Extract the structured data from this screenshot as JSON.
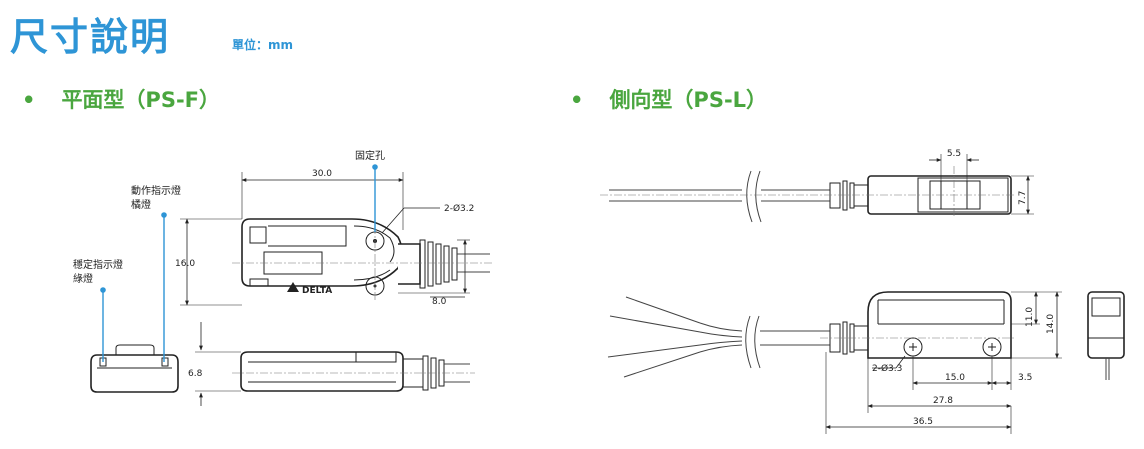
{
  "header": {
    "title": "尺寸說明",
    "unit_label": "單位：mm"
  },
  "sections": {
    "left": {
      "bullet": "•",
      "label": "平面型（PS-F）"
    },
    "right": {
      "bullet": "•",
      "label": "側向型（PS-L）"
    }
  },
  "ps_f": {
    "callout_mount_hole": "固定孔",
    "callout_operation_led": [
      "動作指示燈",
      "橘燈"
    ],
    "callout_stability_led": [
      "穩定指示燈",
      "綠燈"
    ],
    "brand": "DELTA",
    "dims": {
      "length": "30.0",
      "height": "16.0",
      "hole": "2-Ø3.2",
      "cable_offset": "8.0",
      "thickness": "6.8"
    }
  },
  "ps_l": {
    "dims": {
      "window": "5.5",
      "height_top": "7.7",
      "body_h1": "11.0",
      "body_h2": "14.0",
      "hole": "2-Ø3.3",
      "hole_pitch": "15.0",
      "edge": "3.5",
      "body_len": "27.8",
      "overall": "36.5"
    }
  },
  "colors": {
    "title": "#2e95d6",
    "section": "#4aa63f",
    "callout": "#2e95d6"
  }
}
